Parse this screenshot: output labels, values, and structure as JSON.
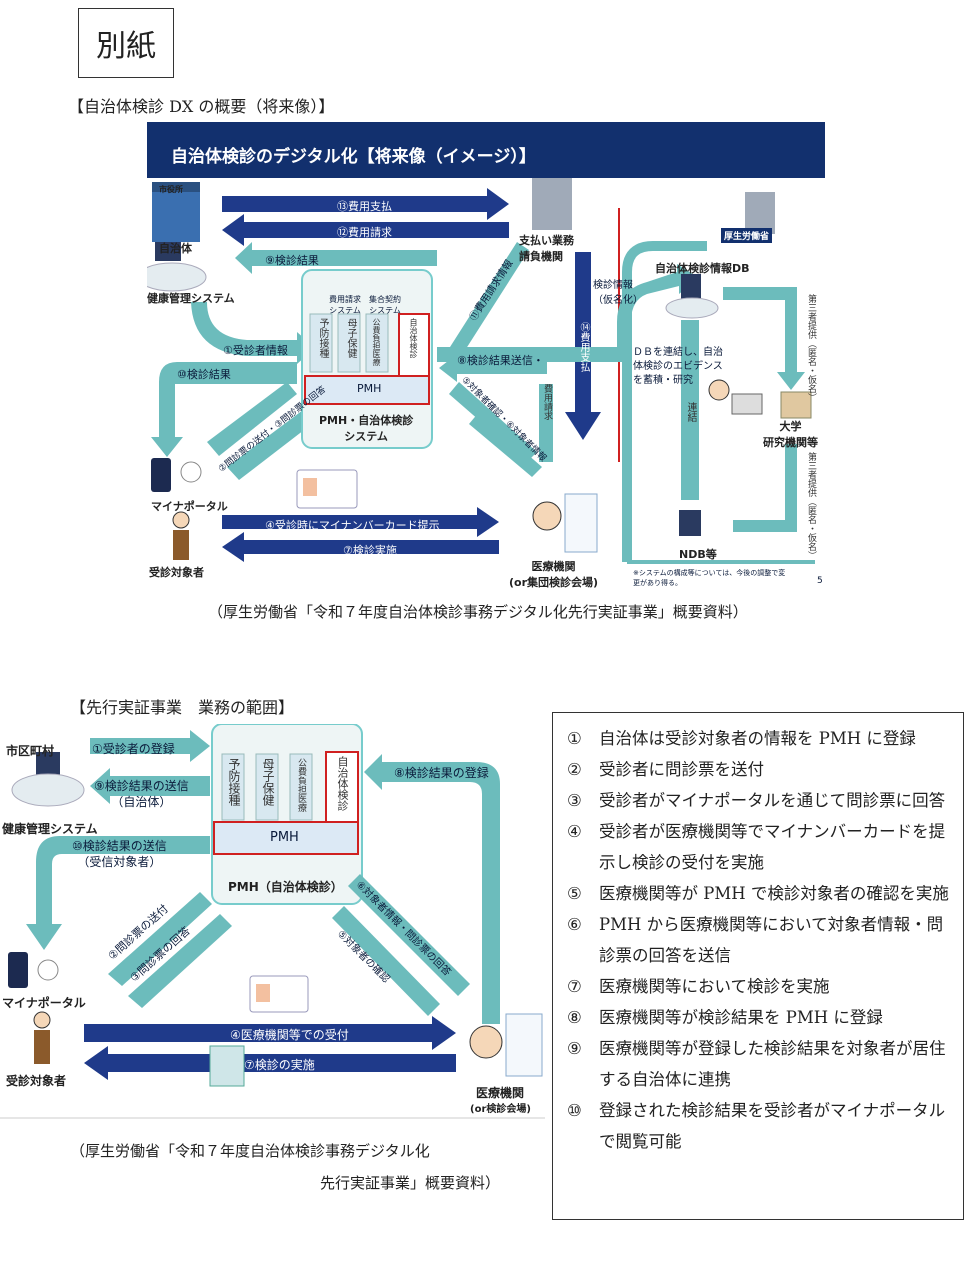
{
  "stamp": "別紙",
  "section1": {
    "caption": "【自治体検診 DX の概要（将来像）】",
    "banner_title": "自治体検診のデジタル化【将来像（イメージ）】",
    "source": "（厚生労働省「令和７年度自治体検診事務デジタル化先行実証事業」概要資料）",
    "diagram": {
      "city_office_sign": "市役所",
      "municipality": "自治体",
      "health_system": "健康管理システム",
      "payment_agency": "支払い業務\n請負機関",
      "mhlw": "厚生労働省",
      "db": "自治体検診情報DB",
      "univ": "大学\n研究機関等",
      "ndb": "NDB等",
      "myna": "マイナポータル",
      "person": "受診対象者",
      "medical": "医療機関\n(or集団検診会場)",
      "pmh_system": "PMH・自治体検診\nシステム",
      "pmh": "PMH",
      "sys_billing": "費用請求\nシステム",
      "sys_contract": "集合契約\nシステム",
      "col_labels": [
        "予防接種",
        "母子保健",
        "公費負担医療",
        "自治体検診"
      ],
      "arrows": {
        "a13": "⑬費用支払",
        "a12": "⑫費用請求",
        "a9": "⑨検診結果",
        "a1": "①受診者情報",
        "a10": "⑩検診結果",
        "a8": "⑧検診結果送信・",
        "a4": "④受診時にマイナンバーカード提示",
        "a7": "⑦検診実施",
        "a11": "⑪費用請求情報",
        "a14": "⑭費用支払",
        "a_info": "検診情報\n（仮名化）",
        "a_third1": "第三者提供（匿名・仮名）",
        "a_third2": "第三者提供（匿名・仮名）",
        "a_link": "連結",
        "a_cost": "費用請求",
        "a3_2": "②問診票の送付・③問診票の回答",
        "a5_6": "⑤対象者確認・⑥対象者情報"
      },
      "db_note": "ＤＢを連結し、自治\n体検診のエビデンス\nを蓄積・研究",
      "footnote": "※システムの構成等については、今後の調整で変\n更があり得る。",
      "page_num": "5"
    }
  },
  "section2": {
    "caption": "【先行実証事業　業務の範囲】",
    "source_line1": "（厚生労働省「令和７年度自治体検診事務デジタル化",
    "source_line2": "先行実証事業」概要資料）",
    "diagram": {
      "municipality": "市区町村",
      "health_system": "健康管理システム",
      "myna": "マイナポータル",
      "person": "受診対象者",
      "medical": "医療機関",
      "medical_sub": "(or検診会場)",
      "pmh_label": "PMH（自治体検診）",
      "pmh": "PMH",
      "col_labels": [
        "予防接種",
        "母子保健",
        "公費負担医療",
        "自治体検診"
      ],
      "arrows": {
        "a1": "①受診者の登録",
        "a9": "⑨検診結果の送信\n（自治体）",
        "a10": "⑩検診結果の送信\n（受信対象者）",
        "a8": "⑧検診結果の登録",
        "a4": "④医療機関等での受付",
        "a7": "⑦検診の実施",
        "a2": "②問診票の送付",
        "a3": "③問診票の回答",
        "a6": "⑥対象者情報・問診票の回答",
        "a5": "⑤対象者の確認"
      }
    }
  },
  "legend": [
    {
      "num": "①",
      "text": "自治体は受診対象者の情報を PMH に登録"
    },
    {
      "num": "②",
      "text": "受診者に問診票を送付"
    },
    {
      "num": "③",
      "text": "受診者がマイナポータルを通じて問診票に回答"
    },
    {
      "num": "④",
      "text": "受診者が医療機関等でマイナンバーカードを提示し検診の受付を実施"
    },
    {
      "num": "⑤",
      "text": "医療機関等が PMH で検診対象者の確認を実施"
    },
    {
      "num": "⑥",
      "text": "PMH から医療機関等において対象者情報・問診票の回答を送信"
    },
    {
      "num": "⑦",
      "text": "医療機関等において検診を実施"
    },
    {
      "num": "⑧",
      "text": "医療機関等が検診結果を PMH に登録"
    },
    {
      "num": "⑨",
      "text": "医療機関等が登録した検診結果を対象者が居住する自治体に連携"
    },
    {
      "num": "⑩",
      "text": "登録された検診結果を受診者がマイナポータルで閲覧可能"
    }
  ],
  "colors": {
    "banner": "#12306e",
    "navy_arrow": "#1f3a8a",
    "teal_arrow": "#6cbcbc",
    "red_box": "#d02020",
    "pmh_fill": "#dce9f5"
  }
}
